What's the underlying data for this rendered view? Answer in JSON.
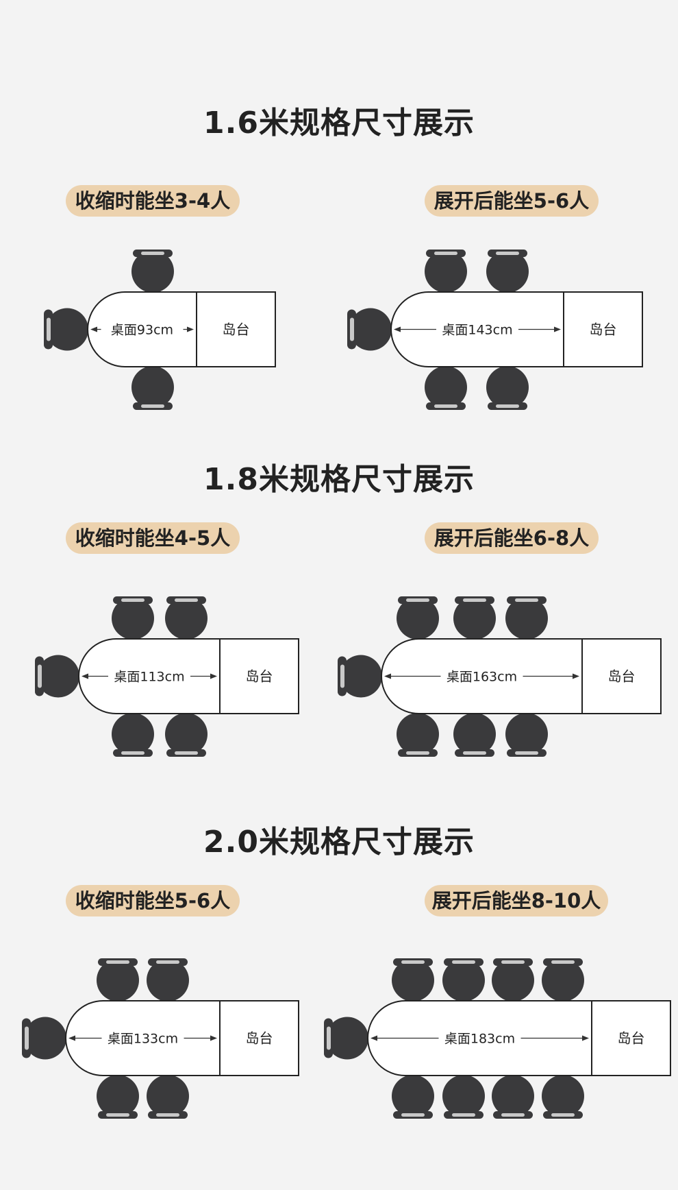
{
  "sections": [
    {
      "title": "1.6米规格尺寸展示",
      "left": {
        "label": "收缩时能坐3-4人",
        "tabletop": "桌面93cm",
        "island": "岛台"
      },
      "right": {
        "label": "展开后能坐5-6人",
        "tabletop": "桌面143cm",
        "island": "岛台"
      }
    },
    {
      "title": "1.8米规格尺寸展示",
      "left": {
        "label": "收缩时能坐4-5人",
        "tabletop": "桌面113cm",
        "island": "岛台"
      },
      "right": {
        "label": "展开后能坐6-8人",
        "tabletop": "桌面163cm",
        "island": "岛台"
      }
    },
    {
      "title": "2.0米规格尺寸展示",
      "left": {
        "label": "收缩时能坐5-6人",
        "tabletop": "桌面133cm",
        "island": "岛台"
      },
      "right": {
        "label": "展开后能坐8-10人",
        "tabletop": "桌面183cm",
        "island": "岛台"
      }
    }
  ],
  "colors": {
    "background": "#f3f3f3",
    "pill": "#ecd2ae",
    "chair": "#3a3a3c",
    "chair_cushion": "#c9c9c9",
    "table_fill": "#ffffff",
    "table_stroke": "#222222"
  }
}
